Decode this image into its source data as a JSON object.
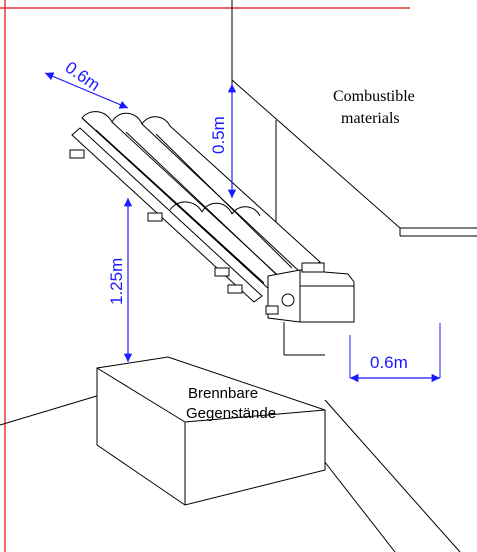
{
  "labels": {
    "combustible_line1": "Combustible",
    "combustible_line2": "materials",
    "brennbare_line1": "Brennbare",
    "brennbare_line2": "Gegenstände"
  },
  "dimensions": {
    "top_width": "0.6m",
    "ceiling_clearance": "0.5m",
    "floor_clearance": "1.25m",
    "side_clearance": "0.6m"
  },
  "colors": {
    "dimension": "#1a1aff",
    "border": "#e53935",
    "line": "#000000"
  }
}
